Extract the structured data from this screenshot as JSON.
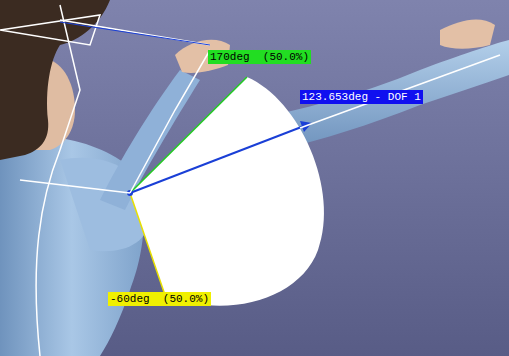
{
  "diagram": {
    "labels": [
      "170deg  (50.0%)",
      "123.653deg - DOF 1",
      "-60deg  (50.0%)"
    ]
  }
}
